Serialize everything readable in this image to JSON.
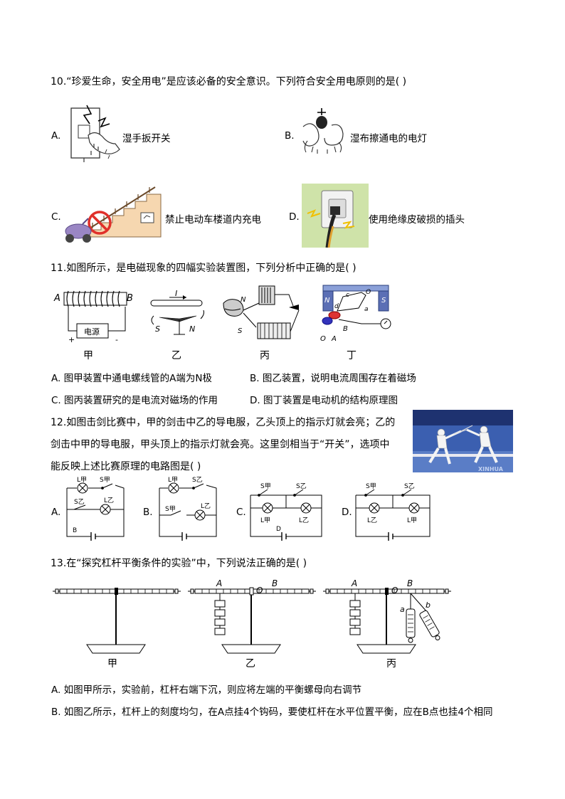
{
  "q10": {
    "stem": "10.“珍爱生命，安全用电”是应该必备的安全意识。下列符合安全用电原则的是(    )",
    "options": [
      {
        "letter": "A.",
        "text": "湿手扳开关"
      },
      {
        "letter": "B.",
        "text": "湿布擦通电的电灯"
      },
      {
        "letter": "C.",
        "text": "禁止电动车楼道内充电"
      },
      {
        "letter": "D.",
        "text": "使用绝缘皮破损的插头"
      }
    ]
  },
  "q11": {
    "stem": "11.如图所示，是电磁现象的四幅实验装置图，下列分析中正确的是(    )",
    "captions": [
      "甲",
      "乙",
      "丙",
      "丁"
    ],
    "fig_labels": {
      "a_end": "A",
      "b_end": "B",
      "power": "电源",
      "plus": "+",
      "minus": "-",
      "current": "I",
      "s": "S",
      "n": "N",
      "o": "O",
      "c": "c",
      "d": "d",
      "a": "a",
      "b": "B"
    },
    "options": [
      "A. 图甲装置中通电螺线管的A端为N极",
      "B. 图乙装置，说明电流周围存在着磁场",
      "C. 图丙装置研究的是电流对磁场的作用",
      "D. 图丁装置是电动机的结构原理图"
    ]
  },
  "q12": {
    "stem_lines": [
      "12.如图击剑比赛中，甲的剑击中乙的导电服，乙头顶上的指示灯就会亮；乙的",
      "剑击中甲的导电服，甲头顶上的指示灯就会亮。这里剑相当于“开关”，选项中",
      "能反映上述比赛原理的电路图是(    )"
    ],
    "photo_watermark": "XINHUA",
    "options": [
      "A.",
      "B.",
      "C.",
      "D."
    ],
    "circuit_labels": {
      "l_jia": "L甲",
      "s_jia": "S甲",
      "s_yi": "S乙",
      "l_yi": "L乙",
      "b": "B",
      "d": "D"
    }
  },
  "q13": {
    "stem": "13.在“探究杠杆平衡条件的实验”中，下列说法正确的是(    )",
    "captions": [
      "甲",
      "乙",
      "丙"
    ],
    "fig_labels": {
      "a": "A",
      "o": "O",
      "b": "B",
      "la": "a",
      "lb": "b"
    },
    "options": [
      "A. 如图甲所示，实验前，杠杆右端下沉，则应将左端的平衡螺母向右调节",
      "B. 如图乙所示，杠杆上的刻度均匀，在A点挂4个钩码，要使杠杆在水平位置平衡，应在B点也挂4个相同"
    ]
  }
}
